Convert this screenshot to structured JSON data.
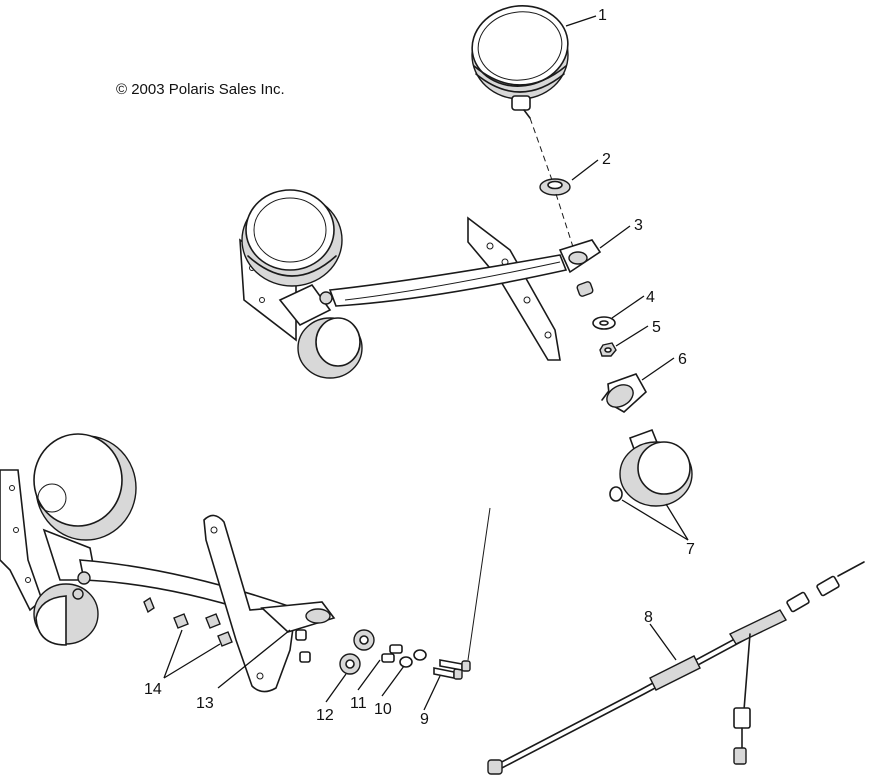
{
  "copyright": "© 2003 Polaris Sales Inc.",
  "callouts": [
    "1",
    "2",
    "3",
    "4",
    "5",
    "6",
    "7",
    "8",
    "9",
    "10",
    "11",
    "12",
    "13",
    "14"
  ],
  "icons": [
    "headlight-icon",
    "grommet-icon",
    "bracket-icon",
    "washer-icon",
    "nut-icon",
    "housing-icon",
    "lamp-icon",
    "harness-icon",
    "bolt-icon",
    "bushing-icon",
    "mount-plate-icon",
    "clip-icon"
  ]
}
